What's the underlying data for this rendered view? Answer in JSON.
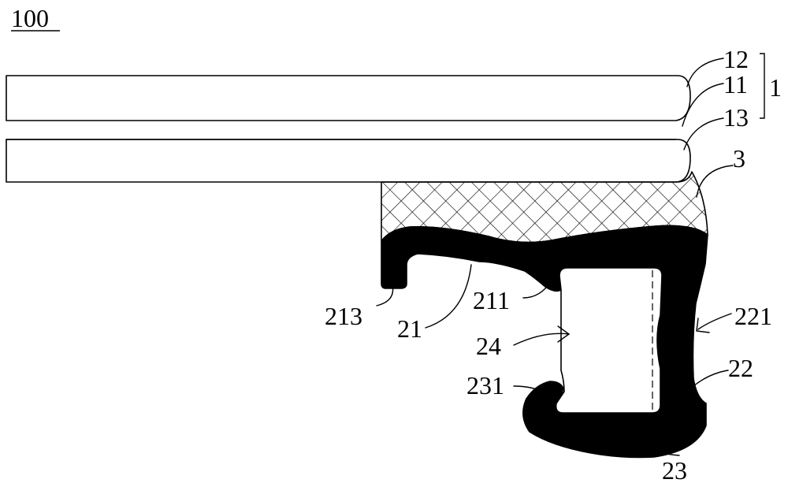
{
  "figure": {
    "number": "100",
    "labels": {
      "l12": "12",
      "l11": "11",
      "l13": "13",
      "l1": "1",
      "l3": "3",
      "l221": "221",
      "l22": "22",
      "l213": "213",
      "l21": "21",
      "l211": "211",
      "l24": "24",
      "l231": "231",
      "l23": "23"
    }
  }
}
